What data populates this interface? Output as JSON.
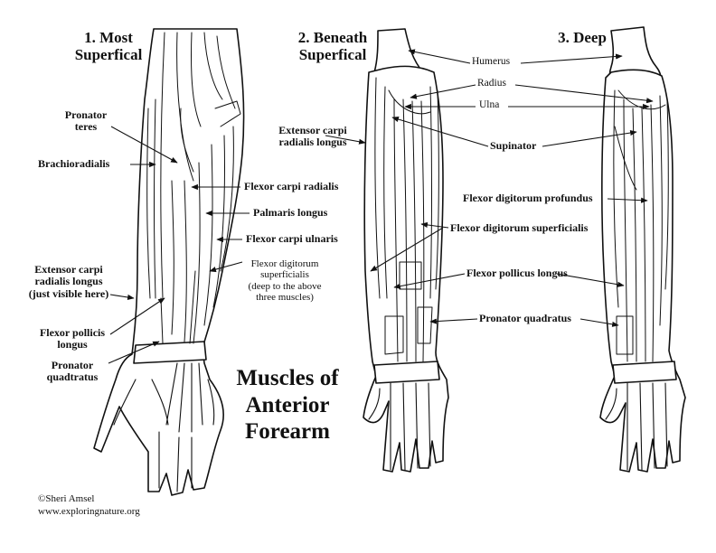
{
  "panels": {
    "p1": {
      "line1": "1. Most",
      "line2": "Superfical"
    },
    "p2": {
      "line1": "2. Beneath",
      "line2": "Superfical"
    },
    "p3": {
      "line1": "3. Deep"
    }
  },
  "main_title": {
    "line1": "Muscles of",
    "line2": "Anterior",
    "line3": "Forearm"
  },
  "labels": {
    "pronator_teres": {
      "line1": "Pronator",
      "line2": "teres"
    },
    "brachioradialis": "Brachioradialis",
    "flexor_carpi_radialis": "Flexor carpi radialis",
    "palmaris_longus": "Palmaris longus",
    "flexor_carpi_ulnaris": "Flexor carpi ulnaris",
    "ecrl_p1": {
      "line1": "Extensor carpi",
      "line2": "radialis longus",
      "line3": "(just visible here)"
    },
    "fds_p1": {
      "line1": "Flexor digitorum",
      "line2": "superficialis",
      "line3": "(deep to the above",
      "line4": "three muscles)"
    },
    "fpl_p1": {
      "line1": "Flexor pollicis",
      "line2": "longus"
    },
    "pq_p1": {
      "line1": "Pronator",
      "line2": "quadtratus"
    },
    "humerus": "Humerus",
    "radius": "Radius",
    "ulna": "Ulna",
    "supinator": "Supinator",
    "ecrl_p2": {
      "line1": "Extensor carpi",
      "line2": "radialis longus"
    },
    "fdp": "Flexor digitorum profundus",
    "fds_p2": "Flexor digitorum superficialis",
    "fpl_p2": "Flexor pollicus longus",
    "pq_p2": "Pronator quadratus"
  },
  "credit": {
    "line1": "©Sheri Amsel",
    "line2": "www.exploringnature.org"
  },
  "colors": {
    "ink": "#111111",
    "background": "#ffffff"
  }
}
